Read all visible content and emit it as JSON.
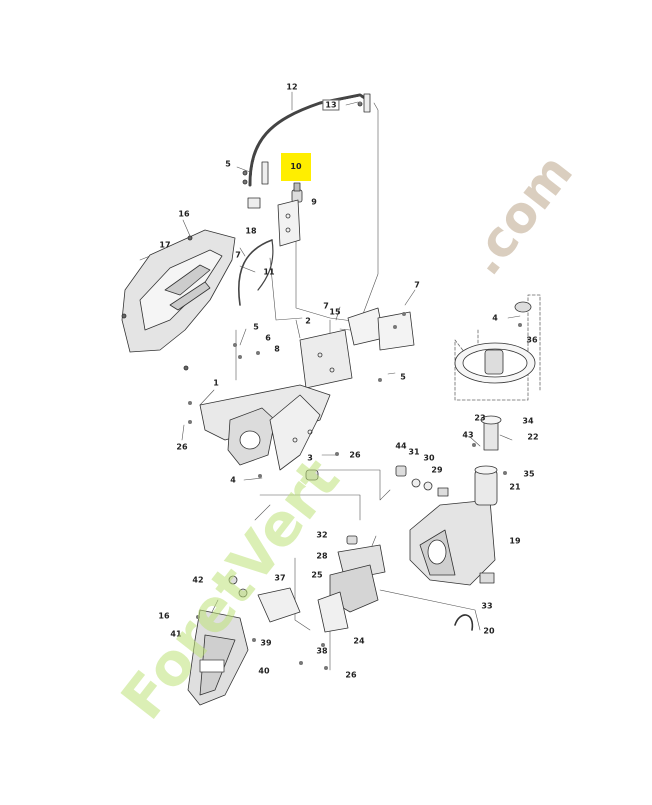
{
  "diagram": {
    "highlight_color": "#ffee00",
    "highlighted_part": "10",
    "parts": [
      {
        "id": "p12",
        "text": "12",
        "boxed": false
      },
      {
        "id": "p13",
        "text": "13",
        "boxed": true
      },
      {
        "id": "p5a",
        "text": "5",
        "boxed": false
      },
      {
        "id": "p10",
        "text": "10",
        "boxed": false,
        "highlight": true
      },
      {
        "id": "p9",
        "text": "9",
        "boxed": false
      },
      {
        "id": "p18",
        "text": "18",
        "boxed": false
      },
      {
        "id": "p16a",
        "text": "16",
        "boxed": false
      },
      {
        "id": "p17",
        "text": "17",
        "boxed": false
      },
      {
        "id": "p7a",
        "text": "7",
        "boxed": false
      },
      {
        "id": "p11",
        "text": "11",
        "boxed": false
      },
      {
        "id": "p7b",
        "text": "7",
        "boxed": false
      },
      {
        "id": "p7c",
        "text": "7",
        "boxed": false
      },
      {
        "id": "p15",
        "text": "15",
        "boxed": false
      },
      {
        "id": "p2",
        "text": "2",
        "boxed": false
      },
      {
        "id": "p5b",
        "text": "5",
        "boxed": false
      },
      {
        "id": "p6",
        "text": "6",
        "boxed": false
      },
      {
        "id": "p8",
        "text": "8",
        "boxed": false
      },
      {
        "id": "p5c",
        "text": "5",
        "boxed": false
      },
      {
        "id": "p1",
        "text": "1",
        "boxed": false
      },
      {
        "id": "p26a",
        "text": "26",
        "boxed": false
      },
      {
        "id": "p3",
        "text": "3",
        "boxed": false
      },
      {
        "id": "p26b",
        "text": "26",
        "boxed": false
      },
      {
        "id": "p4a",
        "text": "4",
        "boxed": false
      },
      {
        "id": "p4b",
        "text": "4",
        "boxed": false
      },
      {
        "id": "p36",
        "text": "36",
        "boxed": false
      },
      {
        "id": "p34",
        "text": "34",
        "boxed": false
      },
      {
        "id": "p23",
        "text": "23",
        "boxed": false
      },
      {
        "id": "p43",
        "text": "43",
        "boxed": false
      },
      {
        "id": "p22",
        "text": "22",
        "boxed": false
      },
      {
        "id": "p44",
        "text": "44",
        "boxed": false
      },
      {
        "id": "p31",
        "text": "31",
        "boxed": false
      },
      {
        "id": "p30",
        "text": "30",
        "boxed": false
      },
      {
        "id": "p29",
        "text": "29",
        "boxed": false
      },
      {
        "id": "p35",
        "text": "35",
        "boxed": false
      },
      {
        "id": "p21",
        "text": "21",
        "boxed": false
      },
      {
        "id": "p32",
        "text": "32",
        "boxed": false
      },
      {
        "id": "p19",
        "text": "19",
        "boxed": false
      },
      {
        "id": "p28",
        "text": "28",
        "boxed": false
      },
      {
        "id": "p42",
        "text": "42",
        "boxed": false
      },
      {
        "id": "p37",
        "text": "37",
        "boxed": false
      },
      {
        "id": "p25",
        "text": "25",
        "boxed": false
      },
      {
        "id": "p33",
        "text": "33",
        "boxed": false
      },
      {
        "id": "p16b",
        "text": "16",
        "boxed": false
      },
      {
        "id": "p41",
        "text": "41",
        "boxed": false
      },
      {
        "id": "p39",
        "text": "39",
        "boxed": false
      },
      {
        "id": "p24",
        "text": "24",
        "boxed": false
      },
      {
        "id": "p20",
        "text": "20",
        "boxed": false
      },
      {
        "id": "p38",
        "text": "38",
        "boxed": false
      },
      {
        "id": "p40",
        "text": "40",
        "boxed": false
      },
      {
        "id": "p26c",
        "text": "26",
        "boxed": false
      }
    ]
  },
  "watermark": {
    "brand": "ForetVert",
    "domain": ".com"
  }
}
